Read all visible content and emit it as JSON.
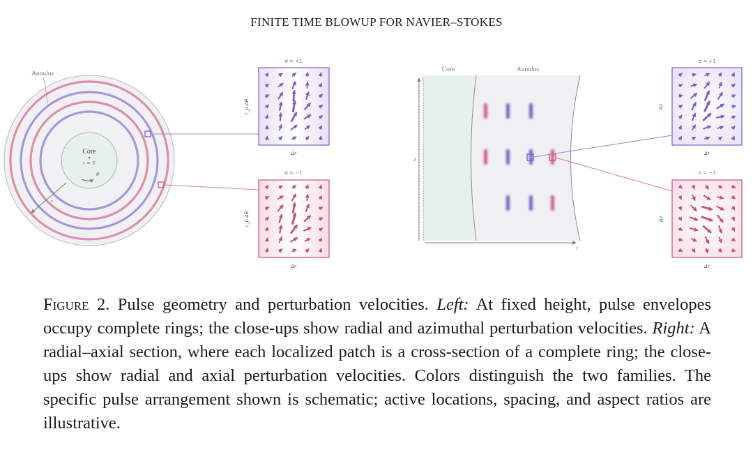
{
  "header": {
    "running_title": "FINITE TIME BLOWUP FOR NAVIER–STOKES"
  },
  "figure": {
    "left": {
      "annulus_label": "Annulus",
      "core_label": "Core",
      "core_sublabel": "r = 0",
      "theta_label": "θ",
      "r_label": "r",
      "closeups": [
        {
          "sigma": "σ = +1",
          "ylabel": "r_p Δθ",
          "xlabel": "Δr",
          "family": "blue"
        },
        {
          "sigma": "σ = −1",
          "ylabel": "r_p Δθ",
          "xlabel": "Δr",
          "family": "pink"
        }
      ]
    },
    "right": {
      "core_label": "Core",
      "annulus_label": "Annulus",
      "z_label": "z",
      "r_label": "r",
      "closeups": [
        {
          "sigma": "σ = +1",
          "ylabel": "Δz",
          "xlabel": "Δr",
          "family": "blue"
        },
        {
          "sigma": "σ = −1",
          "ylabel": "Δz",
          "xlabel": "Δr",
          "family": "pink"
        }
      ]
    },
    "colors": {
      "blue": "#7b5fc4",
      "pink": "#c94f7c",
      "core_fill": "#e7efed",
      "annulus_fill": "#f0f0f2"
    }
  },
  "caption": {
    "label": "Figure 2.",
    "intro": " Pulse geometry and perturbation velocities. ",
    "left_label": "Left:",
    "left_text": " At fixed height, pulse envelopes occupy complete rings; the close-ups show radial and azimuthal perturbation velocities. ",
    "right_label": "Right:",
    "right_text": " A radial–axial section, where each localized patch is a cross-section of a complete ring; the close-ups show radial and axial perturbation velocities. Colors distinguish the two families. The specific pulse arrangement shown is schematic; active locations, spacing, and aspect ratios are illustrative."
  }
}
